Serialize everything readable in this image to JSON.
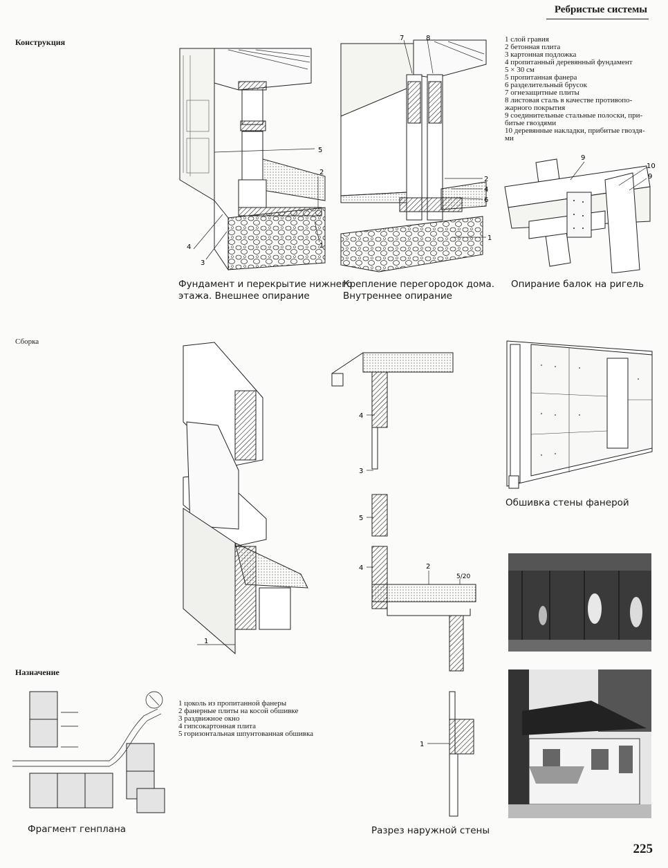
{
  "header": {
    "title": "Ребристые системы",
    "page_number": "225"
  },
  "sections": {
    "construction": "Конструкция",
    "assembly": "Сборка",
    "purpose": "Назначение"
  },
  "legend_top": [
    "1 слой гравия",
    "2 бетонная плита",
    "3 картонная подложка",
    "4 пропитанный деревянный фундамент",
    "5 × 30 см",
    "5 пропитанная фанера",
    "6 разделительный брусок",
    "7 огнезащитные плиты",
    "8 листовая сталь в качестве противопо-",
    "жарного покрытия",
    "9 соединительные стальные полоски, при-",
    "битые гвоздями",
    "10 деревянные накладки, прибитые гвоздя-",
    "ми"
  ],
  "legend_bottom": [
    "1 цоколь из пропитанной фанеры",
    "2 фанерные плиты на косой обшивке",
    "3 раздвижное окно",
    "4 гипсокартонная плита",
    "5 горизонтальная шпунтованная обшивка"
  ],
  "captions": {
    "foundation": [
      "Фундамент и перекрытие нижнего",
      "этажа. Внешнее опирание"
    ],
    "partitions": [
      "Крепление перегородок дома.",
      "Внутреннее опирание"
    ],
    "beams": "Опирание балок на ригель",
    "plywood": "Обшивка стены фанерой",
    "siteplan": "Фрагмент генплана",
    "section": "Разрез наружной стены"
  },
  "callouts": {
    "fig1": [
      "5",
      "2",
      "1",
      "4",
      "3"
    ],
    "fig2": [
      "7",
      "8",
      "2",
      "4",
      "6",
      "1"
    ],
    "fig3": [
      "9",
      "10",
      "9"
    ],
    "fig4": [
      "1"
    ],
    "fig5": [
      "4",
      "3",
      "5",
      "4",
      "2",
      "5/20",
      "1"
    ]
  }
}
